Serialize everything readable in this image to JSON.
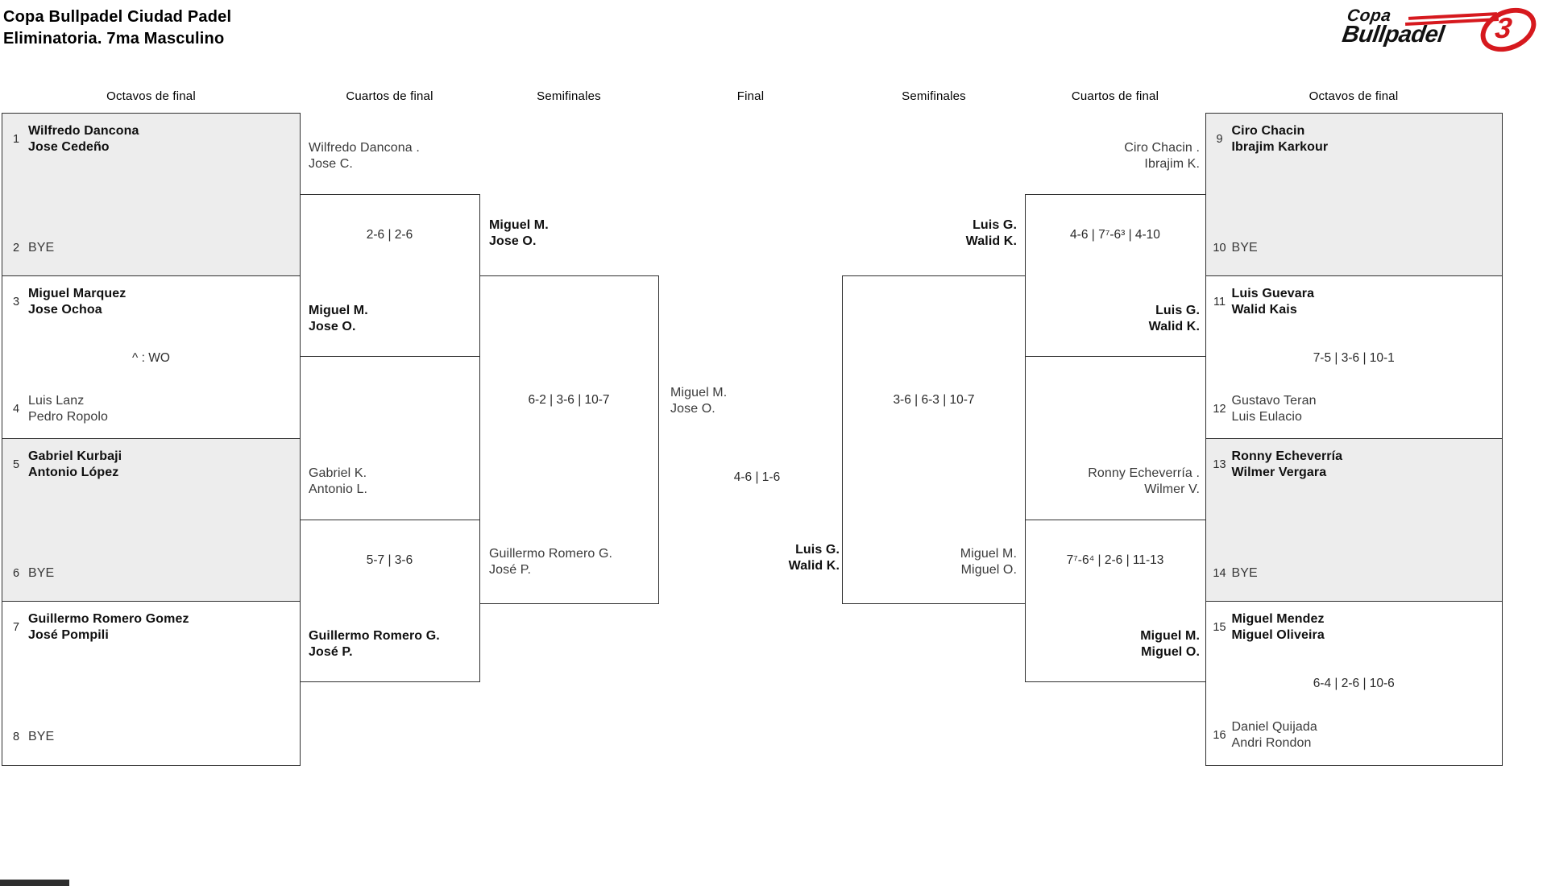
{
  "header": {
    "title_line1": "Copa Bullpadel Ciudad Padel",
    "title_line2": "Eliminatoria. 7ma Masculino",
    "logo": {
      "word_top": "Copa",
      "word_bottom": "Bullpadel",
      "emblem_glyph": "3",
      "red": "#d6191e"
    }
  },
  "round_headers": [
    "Octavos de final",
    "Cuartos de final",
    "Semifinales",
    "Final",
    "Semifinales",
    "Cuartos de final",
    "Octavos de final"
  ],
  "colors": {
    "box_gray": "#ededed",
    "border": "#2f2f2f"
  },
  "matches": {
    "o1": {
      "seed1": "1",
      "t1a": "Wilfredo Dancona",
      "t1b": "Jose Cedeño",
      "seed2": "2",
      "t2a": "BYE"
    },
    "o2": {
      "seed1": "3",
      "t1a": "Miguel Marquez",
      "t1b": "Jose Ochoa",
      "note": "^ : WO",
      "seed2": "4",
      "t2a": "Luis Lanz",
      "t2b": "Pedro Ropolo"
    },
    "o3": {
      "seed1": "5",
      "t1a": "Gabriel Kurbaji",
      "t1b": "Antonio López",
      "seed2": "6",
      "t2a": "BYE"
    },
    "o4": {
      "seed1": "7",
      "t1a": "Guillermo Romero Gomez",
      "t1b": "José Pompili",
      "seed2": "8",
      "t2a": "BYE"
    },
    "o5": {
      "seed1": "9",
      "t1a": "Ciro Chacin",
      "t1b": "Ibrajim Karkour",
      "seed2": "10",
      "t2a": "BYE"
    },
    "o6": {
      "seed1": "11",
      "t1a": "Luis Guevara",
      "t1b": "Walid Kais",
      "score": "7-5 | 3-6 | 10-1",
      "seed2": "12",
      "t2a": "Gustavo Teran",
      "t2b": "Luis Eulacio"
    },
    "o7": {
      "seed1": "13",
      "t1a": "Ronny Echeverría",
      "t1b": "Wilmer Vergara",
      "seed2": "14",
      "t2a": "BYE"
    },
    "o8": {
      "seed1": "15",
      "t1a": "Miguel Mendez",
      "t1b": "Miguel Oliveira",
      "score": "6-4 | 2-6 | 10-6",
      "seed2": "16",
      "t2a": "Daniel Quijada",
      "t2b": "Andri Rondon"
    },
    "qf1": {
      "t1a": "Wilfredo Dancona .",
      "t1b": "Jose C.",
      "score": "2-6 | 2-6",
      "t2a": "Miguel M.",
      "t2b": "Jose O."
    },
    "qf2": {
      "t1a": "Gabriel K.",
      "t1b": "Antonio L.",
      "score": "5-7 | 3-6",
      "t2a": "Guillermo Romero G.",
      "t2b": "José P."
    },
    "qf3": {
      "t1a": "Ciro Chacin .",
      "t1b": "Ibrajim K.",
      "score": "4-6 | 7⁷-6³ | 4-10",
      "t2a": "Luis G.",
      "t2b": "Walid K."
    },
    "qf4": {
      "t1a": "Ronny Echeverría .",
      "t1b": "Wilmer V.",
      "score": "7⁷-6⁴ | 2-6 | 11-13",
      "t2a": "Miguel M.",
      "t2b": "Miguel O."
    },
    "sf1": {
      "t1a": "Miguel M.",
      "t1b": "Jose O.",
      "score": "6-2 | 3-6 | 10-7",
      "t2a": "Guillermo Romero G.",
      "t2b": "José P."
    },
    "sf2": {
      "t1a": "Luis G.",
      "t1b": "Walid K.",
      "score": "3-6 | 6-3 | 10-7",
      "t2a": "Miguel M.",
      "t2b": "Miguel O."
    },
    "final": {
      "t1a": "Miguel M.",
      "t1b": "Jose O.",
      "score": "4-6 | 1-6",
      "t2a": "Luis G.",
      "t2b": "Walid K."
    }
  }
}
